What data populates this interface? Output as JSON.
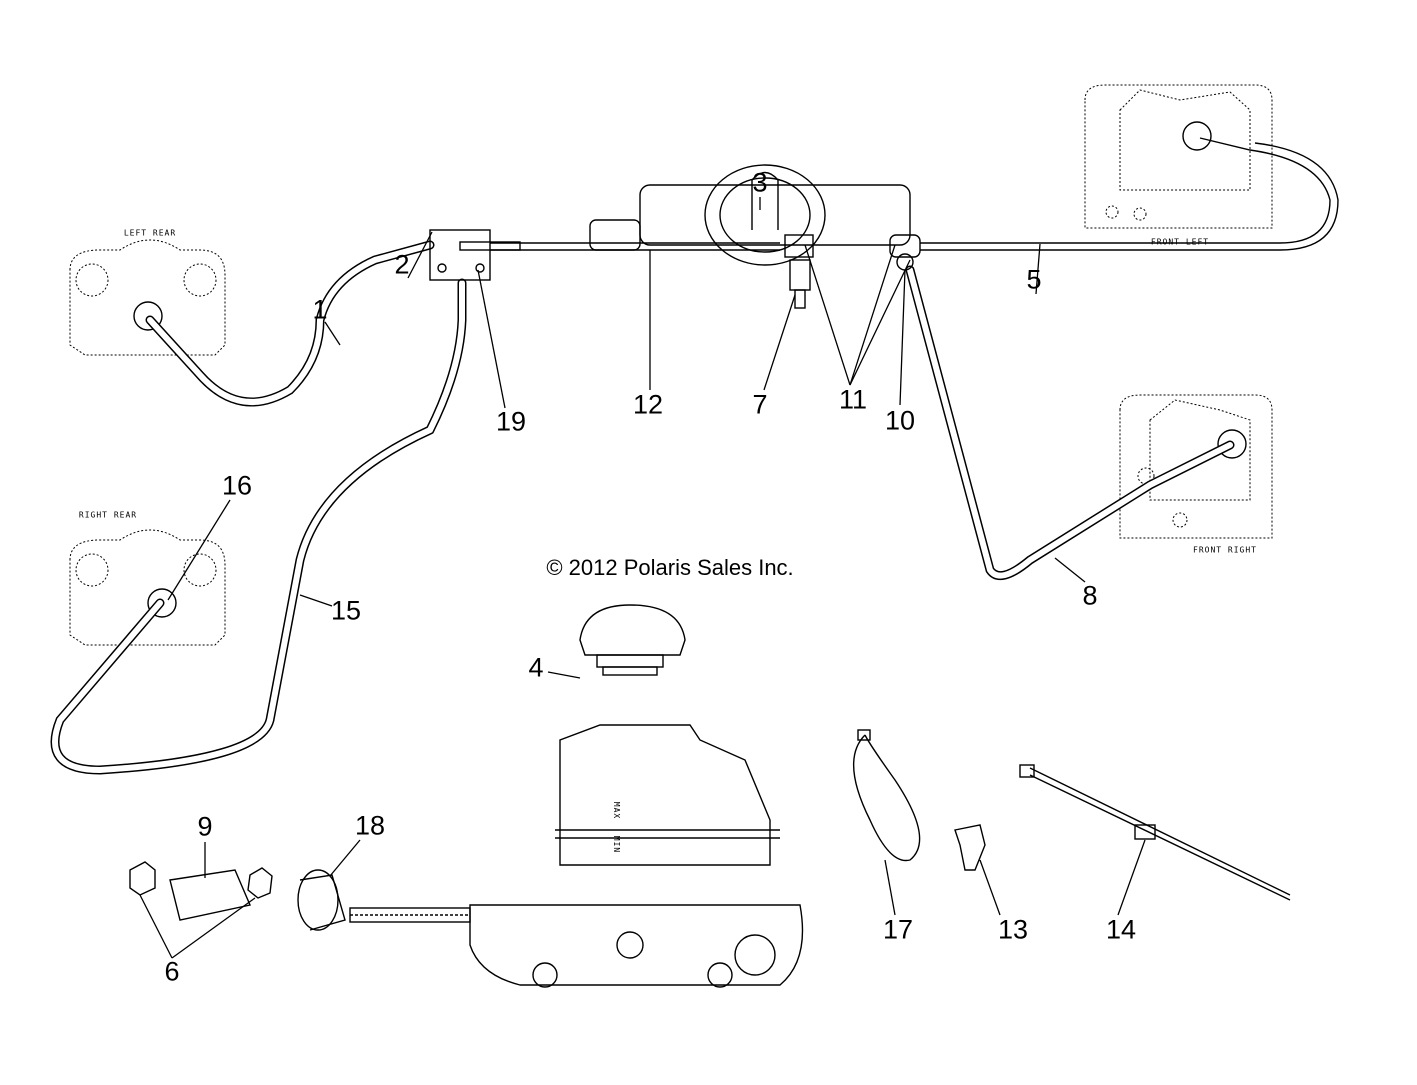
{
  "copyright": "© 2012 Polaris Sales Inc.",
  "caliper_labels": {
    "left_rear": "LEFT REAR",
    "right_rear": "RIGHT REAR",
    "front_left": "FRONT LEFT",
    "front_right": "FRONT RIGHT"
  },
  "reservoir_marks": {
    "max": "MAX",
    "min": "MIN"
  },
  "callouts": [
    "1",
    "2",
    "3",
    "4",
    "5",
    "6",
    "7",
    "8",
    "9",
    "10",
    "11",
    "12",
    "13",
    "14",
    "15",
    "16",
    "17",
    "18",
    "19"
  ]
}
